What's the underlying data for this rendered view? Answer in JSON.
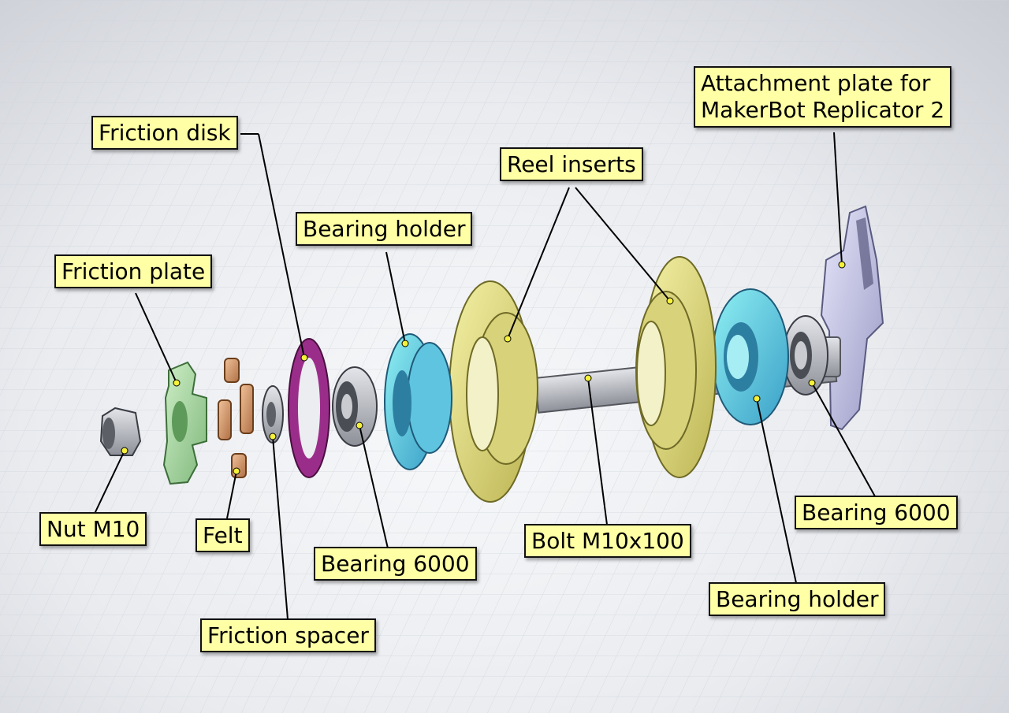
{
  "labels": {
    "friction_disk": "Friction disk",
    "friction_plate": "Friction plate",
    "bearing_holder_left": "Bearing holder",
    "reel_inserts": "Reel inserts",
    "attachment_plate_line1": "Attachment plate for",
    "attachment_plate_line2": "MakerBot Replicator 2",
    "nut": "Nut M10",
    "felt": "Felt",
    "bearing_left": "Bearing 6000",
    "friction_spacer": "Friction spacer",
    "bolt": "Bolt M10x100",
    "bearing_right": "Bearing 6000",
    "bearing_holder_right": "Bearing holder"
  },
  "colors": {
    "label_fill": "#ffffa6",
    "reel_yellow": "#e6e27a",
    "bearing_holder_cyan": "#5fd6e6",
    "friction_disk_purple": "#9b2d8a",
    "friction_plate_green": "#a8d8a0",
    "felt_copper": "#d89a6a",
    "steel_grey": "#b4b6bc",
    "plate_lavender": "#c9c9ea"
  }
}
